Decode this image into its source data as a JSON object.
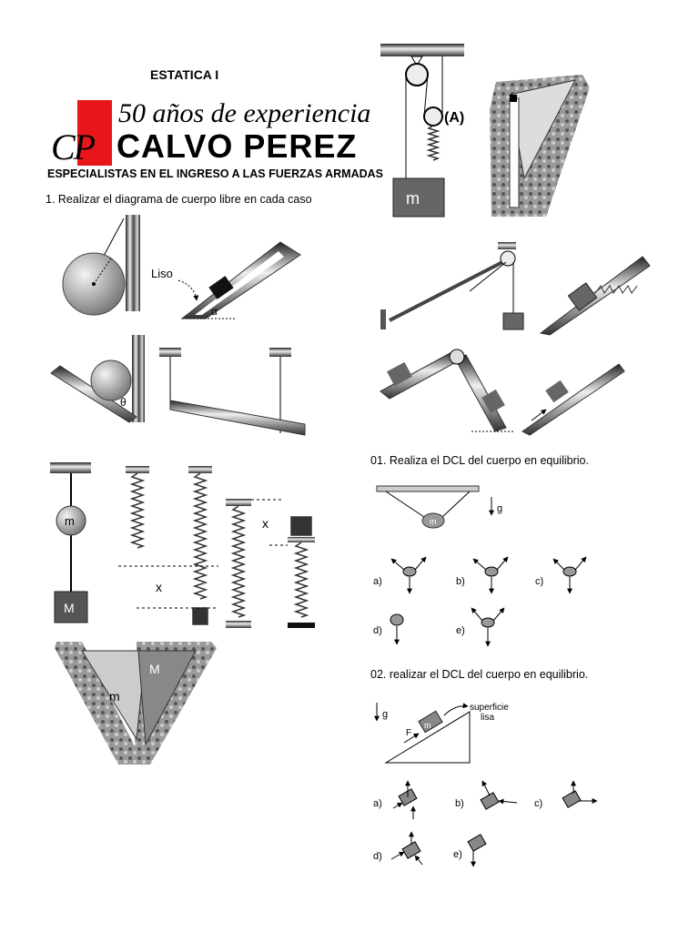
{
  "header": {
    "title": "ESTATICA I",
    "logo": {
      "initials": "CP",
      "tagline": "50 años de experiencia",
      "name": "CALVO PEREZ",
      "subtitle": "ESPECIALISTAS EN EL INGRESO A LAS FUERZAS ARMADAS"
    }
  },
  "exercise1": {
    "prompt": "1. Realizar el diagrama de cuerpo libre en cada caso",
    "labels": {
      "smooth": "Liso",
      "alpha": "α",
      "theta": "θ",
      "A": "(A)",
      "m": "m",
      "M": "M",
      "x": "x"
    }
  },
  "q01": {
    "prompt": "01. Realiza el DCL del cuerpo en equilibrio.",
    "g": "g",
    "m": "m",
    "options": [
      "a)",
      "b)",
      "c)",
      "d)",
      "e)"
    ]
  },
  "q02": {
    "prompt": "02. realizar el DCL del cuerpo en equilibrio.",
    "g": "g",
    "F": "F",
    "m": "m",
    "surface": [
      "superficie",
      "lisa"
    ],
    "options": [
      "a)",
      "b)",
      "c)",
      "d)",
      "e)"
    ]
  }
}
